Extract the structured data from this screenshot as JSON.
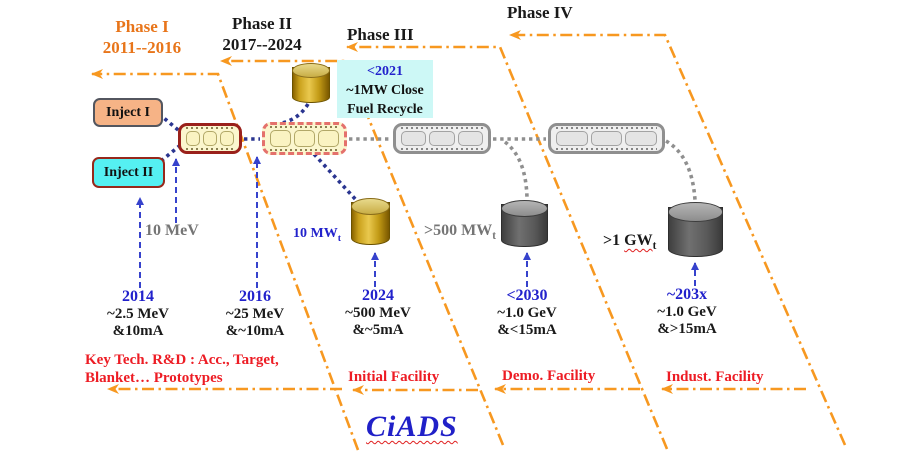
{
  "phases": [
    {
      "label": "Phase I",
      "years": "2011--2016"
    },
    {
      "label": "Phase II",
      "years": "2017--2024"
    },
    {
      "label": "Phase III",
      "years": ""
    },
    {
      "label": "Phase IV",
      "years": ""
    }
  ],
  "injectors": [
    {
      "label": "Inject I"
    },
    {
      "label": "Inject II"
    }
  ],
  "info_box": {
    "year": "<2021",
    "line1": "~1MW Close",
    "line2": "Fuel Recycle"
  },
  "beam_labels": {
    "energy_10mev": "10 MeV",
    "mw10": {
      "text": "10 MW",
      "sub": "t"
    },
    "mw500": {
      "text": ">500 MW",
      "sub": "t"
    },
    "gw1": {
      "prefix": ">1 ",
      "unit": "GW",
      "sub": "t"
    }
  },
  "milestones": [
    {
      "year": "2014",
      "line1": "~2.5 MeV",
      "line2": "&10mA"
    },
    {
      "year": "2016",
      "line1": "~25 MeV",
      "line2": "&~10mA"
    },
    {
      "year": "2024",
      "line1": "~500 MeV",
      "line2": "&~5mA"
    },
    {
      "year": "<2030",
      "line1": "~1.0 GeV",
      "line2": "&<15mA"
    },
    {
      "year": "~203x",
      "line1": "~1.0 GeV",
      "line2": "&>15mA"
    }
  ],
  "annotations": {
    "key_tech_line1": "Key Tech. R&D : Acc., Target,",
    "key_tech_line2": "Blanket… Prototypes",
    "facilities": [
      {
        "label": "Initial Facility"
      },
      {
        "label": "Demo. Facility"
      },
      {
        "label": "Indust. Facility"
      }
    ],
    "project": "CiADS"
  },
  "colors": {
    "phase_orange": "#E8751A",
    "line_orange": "#F79820",
    "milestone_blue": "#2222CC",
    "annotation_red": "#ED1C24",
    "connector_navy": "#2A3590",
    "connector_gray": "#8F8F8F",
    "acc_dark_red_border": "#9A211B",
    "acc_pink_dashed_border": "#E4716C",
    "inject1_fill": "#F6B386",
    "inject2_fill": "#55F0F2",
    "info_box_fill": "#CDF8F6",
    "gold_cylinder": "#C9A11C",
    "gray_cylinder": "#595959"
  }
}
